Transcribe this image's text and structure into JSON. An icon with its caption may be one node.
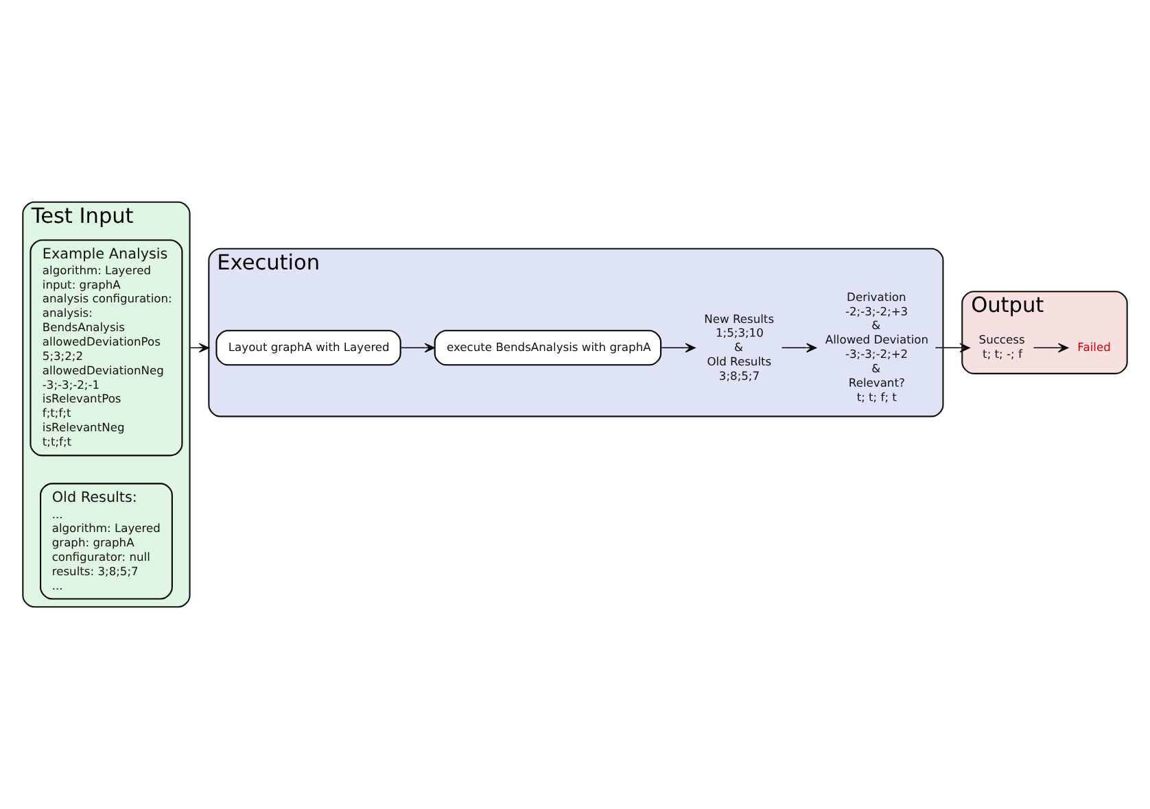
{
  "diagram": {
    "nodes": [
      {
        "text": [
          "Test Input"
        ]
      },
      {
        "text": [
          "Example Analysis",
          "algorithm: Layered",
          "input: graphA",
          "analysis configuration:",
          "analysis:",
          "BendsAnalysis",
          "allowedDeviationPos",
          "5;3;2;2",
          "allowedDeviationNeg",
          "-3;-3;-2;-1",
          "isRelevantPos",
          "f;t;f;t",
          "isRelevantNeg",
          "t;t;f;t"
        ],
        "in": 0
      },
      {
        "text": [
          "Old Results:",
          "...",
          "algorithm: Layered",
          "graph: graphA",
          "configurator: null",
          "results: 3;8;5;7",
          "..."
        ],
        "in": 0
      },
      {
        "text": [
          "Execution"
        ]
      },
      {
        "text": [
          "Layout graphA with Layered"
        ],
        "in": 3
      },
      {
        "text": [
          "execute BendsAnalysis with graphA"
        ],
        "in": 3
      },
      {
        "text": [
          "New Results",
          "1;5;3;10",
          "&",
          "Old Results",
          "3;8;5;7"
        ],
        "in": 3
      },
      {
        "text": [
          "Derivation",
          "-2;-3;-2;+3",
          "&",
          "Allowed Deviation",
          "-3;-3;-2;+2",
          "&",
          "Relevant?",
          "t; t; f; t"
        ],
        "in": 3
      },
      {
        "text": [
          "Output"
        ]
      },
      {
        "text": [
          "Success",
          "t; t; -; f"
        ],
        "in": 8
      },
      {
        "text": [
          "Failed"
        ],
        "in": 8
      }
    ],
    "edges": [
      {
        "from": 0,
        "to": 3,
        "arrow": "to"
      },
      {
        "from": 4,
        "to": 5,
        "arrow": "to"
      },
      {
        "from": 5,
        "to": 6,
        "arrow": "to"
      },
      {
        "from": 6,
        "to": 7,
        "arrow": "to"
      },
      {
        "from": 7,
        "to": 9,
        "arrow": "to"
      },
      {
        "from": 9,
        "to": 10,
        "arrow": "to"
      }
    ]
  }
}
